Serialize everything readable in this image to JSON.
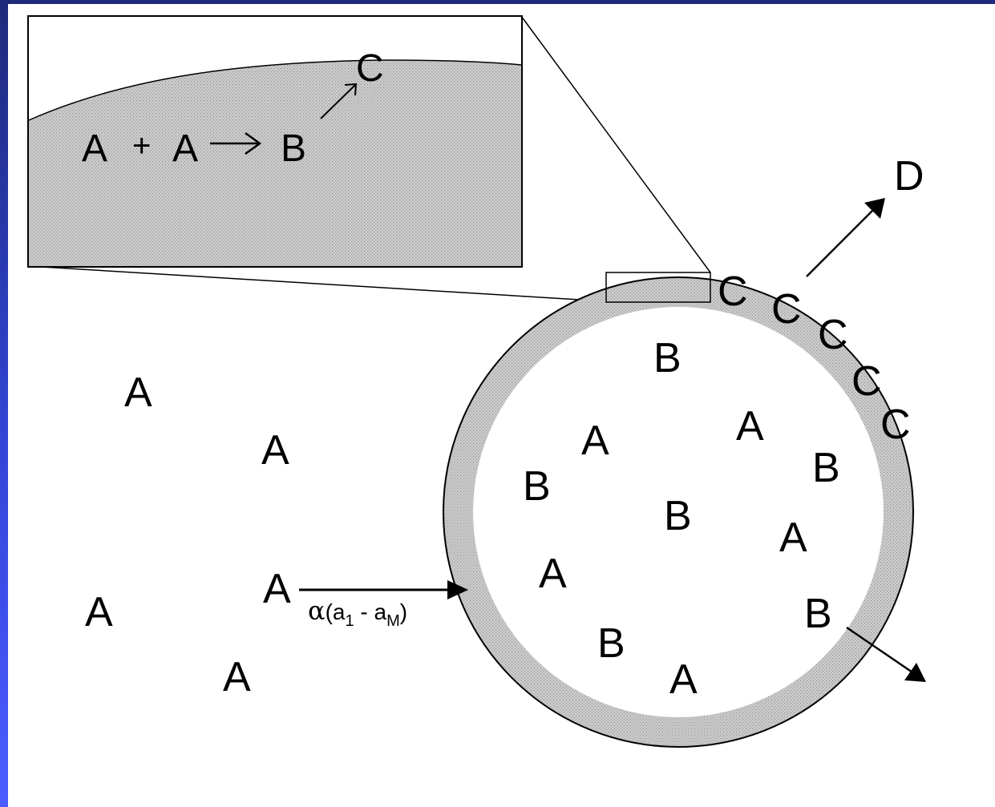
{
  "colors": {
    "frame_top": "#1e2a7a",
    "frame_bottom": "#4b5cff",
    "membrane_fill": "#c4c4c4",
    "ink": "#000000"
  },
  "inset": {
    "reaction_a1": "A",
    "reaction_plus": "+",
    "reaction_a2": "A",
    "reaction_b": "B",
    "reaction_c": "C"
  },
  "outside_molecules": [
    "A",
    "A",
    "A",
    "A",
    "A"
  ],
  "flux": {
    "molecule": "A",
    "alpha": "α",
    "expr_open": "(a",
    "sub1": "1",
    "expr_mid": " - a",
    "subM": "M",
    "expr_close": ")"
  },
  "inside_molecules": [
    "B",
    "A",
    "A",
    "B",
    "B",
    "B",
    "A",
    "A",
    "B",
    "A"
  ],
  "surface_products": [
    "C",
    "C",
    "C",
    "C",
    "C"
  ],
  "desorption_product": "D",
  "exiting_molecule": "B"
}
